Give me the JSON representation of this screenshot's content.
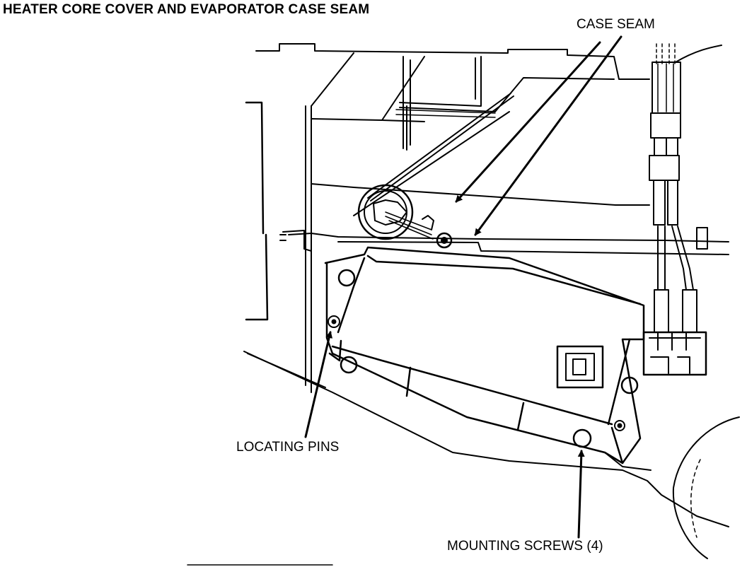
{
  "figure": {
    "title": "HEATER CORE COVER AND EVAPORATOR CASE SEAM",
    "callouts": {
      "case_seam": "CASE SEAM",
      "locating_pins": "LOCATING PINS",
      "mounting_screws": "MOUNTING SCREWS (4)"
    }
  },
  "colors": {
    "line": "#000000",
    "background": "#ffffff"
  }
}
